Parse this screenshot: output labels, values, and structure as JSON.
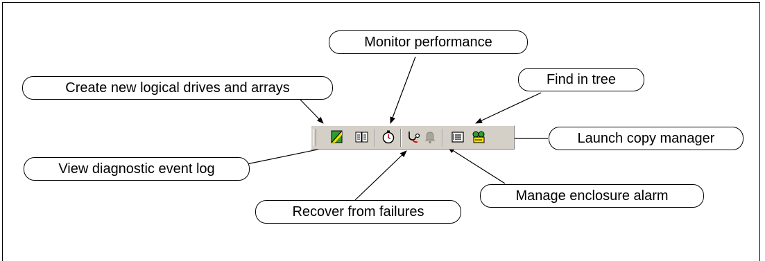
{
  "callouts": {
    "create": "Create new logical drives and arrays",
    "monitor": "Monitor performance",
    "find": "Find in tree",
    "launch": "Launch copy manager",
    "view_log": "View diagnostic event log",
    "recover": "Recover from failures",
    "alarm": "Manage enclosure alarm"
  },
  "toolbar": {
    "buttons": [
      {
        "icon": "create-array-icon",
        "enabled": true
      },
      {
        "icon": "event-log-book-icon",
        "enabled": true
      },
      {
        "icon": "stopwatch-icon",
        "enabled": true
      },
      {
        "icon": "stethoscope-icon",
        "enabled": true
      },
      {
        "icon": "bell-icon",
        "enabled": false
      },
      {
        "icon": "tree-search-icon",
        "enabled": true
      },
      {
        "icon": "copy-manager-icon",
        "enabled": true
      }
    ]
  },
  "colors": {
    "toolbar_face": "#d4d0c8",
    "accent_green": "#2e9e2e",
    "accent_yellow": "#f0e000"
  }
}
